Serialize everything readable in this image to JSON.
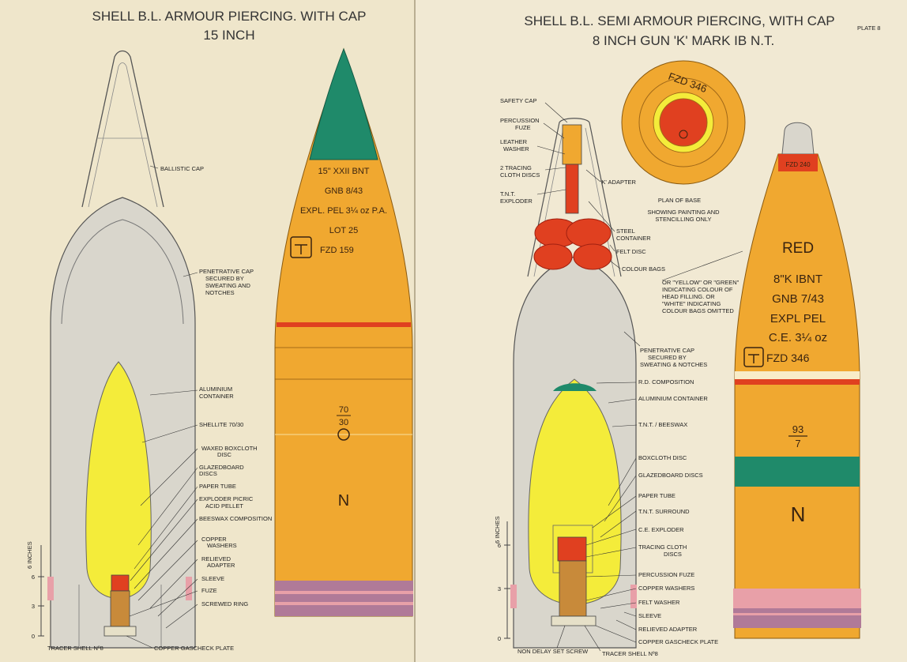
{
  "left": {
    "title_line1": "SHELL B.L. ARMOUR PIERCING. WITH CAP",
    "title_line2": "15 INCH",
    "labels": {
      "ballistic_cap": "BALLISTIC CAP",
      "pen_cap_1": "PENETRATIVE CAP",
      "pen_cap_2": "SECURED BY",
      "pen_cap_3": "SWEATING AND",
      "pen_cap_4": "NOTCHES",
      "container_1": "ALUMINIUM",
      "container_2": "CONTAINER",
      "shellite": "SHELLITE 70/30",
      "waxed_1": "WAXED BOXCLOTH",
      "waxed_2": "DISC",
      "glazed_1": "GLAZEDBOARD",
      "glazed_2": "DISCS",
      "paper_tube": "PAPER TUBE",
      "exploder_1": "EXPLODER PICRIC",
      "exploder_2": "ACID PELLET",
      "beeswax": "BEESWAX COMPOSITION",
      "copper_1": "COPPER",
      "copper_2": "WASHERS",
      "relieved_1": "RELIEVED",
      "relieved_2": "ADAPTER",
      "sleeve": "SLEEVE",
      "fuze": "FUZE",
      "screwed_ring": "SCREWED RING",
      "gascheck": "COPPER GASCHECK PLATE",
      "tracer": "TRACER SHELL Nº8"
    },
    "scale": {
      "label": "6 INCHES",
      "ticks": [
        "0",
        "3",
        "6"
      ]
    },
    "stencil": {
      "line1": "15\" XXII BNT",
      "line2": "GNB 8/43",
      "line3": "EXPL. PEL 3¼ oz P.A.",
      "line4": "LOT 25",
      "line5": "FZD 159",
      "fraction_top": "70",
      "fraction_bottom": "30",
      "letter": "N"
    }
  },
  "right": {
    "title_line1": "SHELL B.L. SEMI ARMOUR PIERCING, WITH CAP",
    "plate": "PLATE 8",
    "title_line2": "8 INCH GUN 'K' MARK IB N.T.",
    "labels": {
      "safety_cap": "SAFETY CAP",
      "percussion_1": "PERCUSSION",
      "percussion_2": "FUZE",
      "leather_1": "LEATHER",
      "leather_2": "WASHER",
      "tracing_1": "2 TRACING",
      "tracing_2": "CLOTH DISCS",
      "k_adapter": "'K' ADAPTER",
      "tnt_1": "T.N.T.",
      "tnt_2": "EXPLODER",
      "steel_1": "STEEL",
      "steel_2": "CONTAINER",
      "felt_disc": "FELT DISC",
      "colour_bags": "COLOUR BAGS",
      "plan_of_base": "PLAN OF BASE",
      "plan_sub1": "SHOWING PAINTING AND",
      "plan_sub2": "STENCILLING ONLY",
      "note_1": "OR \"YELLOW\" OR \"GREEN\"",
      "note_2": "INDICATING COLOUR OF",
      "note_3": "HEAD FILLING. OR",
      "note_4": "\"WHITE\" INDICATING",
      "note_5": "COLOUR BAGS OMITTED",
      "pen_1": "PENETRATIVE CAP",
      "pen_2": "SECURED BY",
      "pen_3": "SWEATING & NOTCHES",
      "rd": "R.D. COMPOSITION",
      "alu": "ALUMINIUM CONTAINER",
      "tnt_beeswax": "T.N.T. / BEESWAX",
      "boxcloth": "BOXCLOTH DISC",
      "glazed": "GLAZEDBOARD DISCS",
      "paper": "PAPER TUBE",
      "surround": "T.N.T. SURROUND",
      "ce_exploder": "C.E. EXPLODER",
      "tracing_cloth_1": "TRACING CLOTH",
      "tracing_cloth_2": "DISCS",
      "perc_fuze": "PERCUSSION FUZE",
      "copper": "COPPER WASHERS",
      "felt_washer": "FELT WASHER",
      "sleeve": "SLEEVE",
      "relieved": "RELIEVED ADAPTER",
      "gascheck": "COPPER GASCHECK PLATE",
      "nondelay": "NON DELAY SET SCREW",
      "tracer": "TRACER SHELL Nº8"
    },
    "scale": {
      "label": "6 INCHES",
      "ticks": [
        "0",
        "3",
        "6"
      ]
    },
    "base_stencil": "FZD 346",
    "stencil": {
      "nose": "FZD 240",
      "line1": "RED",
      "line2": "8\"K IBNT",
      "line3": "GNB 7/43",
      "line4": "EXPL PEL",
      "line5": "C.E. 3¼ oz",
      "line6": "FZD 346",
      "fraction_top": "93",
      "fraction_bottom": "7",
      "letter": "N"
    }
  },
  "colors": {
    "paper": "#efe7cf",
    "orange": "#f0a830",
    "green": "#1f8a6a",
    "yellow": "#f4ec3a",
    "red": "#e04020",
    "grey": "#d9d6cc",
    "purple": "#b07a98",
    "pink": "#e8a0a8"
  }
}
